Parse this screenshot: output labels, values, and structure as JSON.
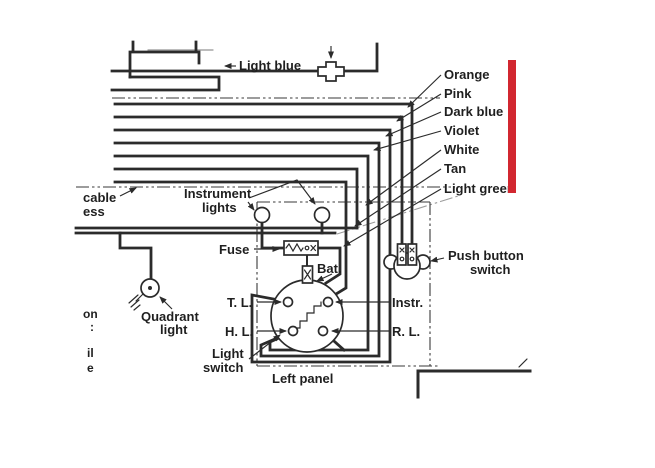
{
  "diagram": {
    "type": "vintage automotive wiring diagram, left instrument panel section",
    "labels": {
      "light_blue": "Light blue",
      "wire_colors": [
        "Orange",
        "Pink",
        "Dark blue",
        "Violet",
        "White",
        "Tan",
        "Light green"
      ],
      "harness_fragment_line1": "cable",
      "harness_fragment_line2": "ess",
      "instrument_lights": [
        "Instrument",
        "lights"
      ],
      "fuse": "Fuse",
      "battery": "Bat.",
      "terminals": {
        "tl": "T. L.",
        "hl": "H. L.",
        "instr": "Instr.",
        "rl": "R. L."
      },
      "light_switch": [
        "Light",
        "switch"
      ],
      "left_panel": "Left panel",
      "push_button_switch": [
        "Push button",
        "switch"
      ],
      "quadrant_light": [
        "Quadrant",
        "light"
      ],
      "edge_fragments": [
        "on",
        ":",
        "il",
        "e"
      ]
    },
    "colors": {
      "ink": "#2b2b2b",
      "highlight_red": "#d22730",
      "background": "#ffffff"
    }
  }
}
